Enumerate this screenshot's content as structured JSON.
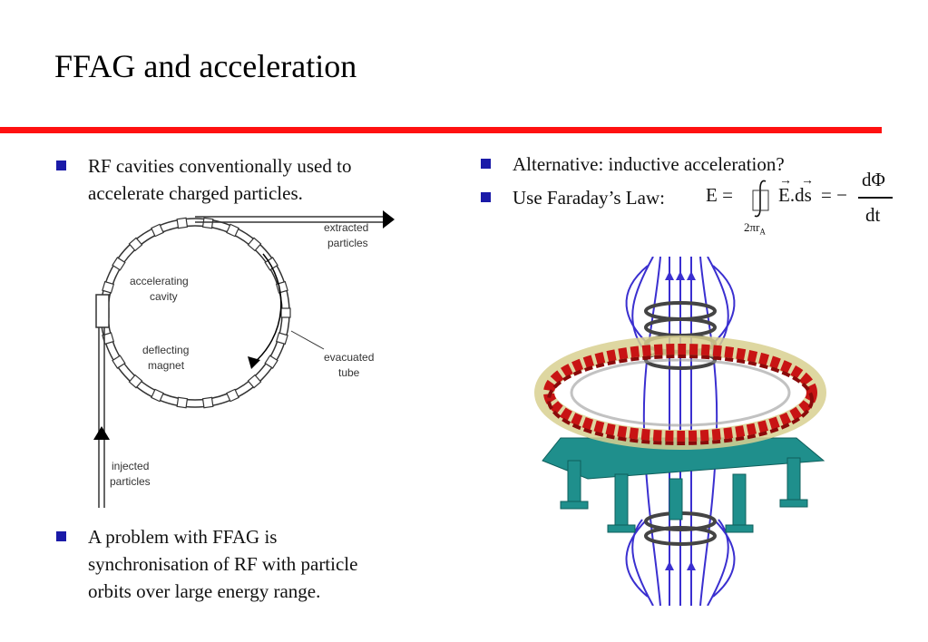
{
  "slide": {
    "title": "FFAG and acceleration"
  },
  "left": {
    "bullet1_lines": [
      "RF cavities conventionally used to",
      "accelerate charged particles."
    ],
    "diagram": {
      "labels": {
        "extracted": [
          "extracted",
          "particles"
        ],
        "accelerating": [
          "accelerating",
          "cavity"
        ],
        "deflecting": [
          "deflecting",
          "magnet"
        ],
        "evacuated": [
          "evacuated",
          "tube"
        ],
        "injected": [
          "injected",
          "particles"
        ]
      }
    },
    "bullet2_lines": [
      "A problem with FFAG is",
      "synchronisation of RF with particle",
      "orbits over large energy range."
    ]
  },
  "right": {
    "bullet1": "Alternative: inductive acceleration?",
    "bullet2_prefix": "Use Faraday’s Law:",
    "equation": {
      "lhs": "E =",
      "integrand": "E.ds",
      "equals": "= −",
      "numerator": "dΦ",
      "denominator": "dt",
      "limit": "2πr",
      "limit_sub": "A"
    }
  },
  "colors": {
    "accent_rule": "#ff1111",
    "bullet": "#1a1aa8",
    "field_lines": "#3a2fd0",
    "magnet_red": "#c81414",
    "frame_teal": "#1f8f8c"
  }
}
